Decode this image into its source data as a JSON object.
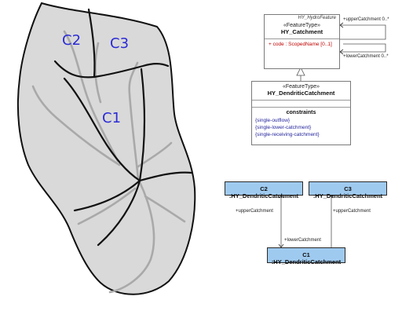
{
  "map": {
    "labels": {
      "c1": "C1",
      "c2": "C2",
      "c3": "C3"
    },
    "colors": {
      "fill": "#d9d9d9",
      "border": "#111111",
      "stream": "#a9a9a9",
      "label": "#2b2bd6"
    }
  },
  "uml": {
    "catchment": {
      "superclass": "HY_HydroFeature",
      "stereotype": "«FeatureType»",
      "name": "HY_Catchment",
      "attribute": "+  code : ScopedName [0..1]",
      "upper_role": "+upperCatchment 0..*",
      "lower_role": "+lowerCatchment 0..*"
    },
    "dendritic": {
      "stereotype": "«FeatureType»",
      "name": "HY_DendriticCatchment",
      "constraints_title": "constraints",
      "constraints": [
        "{single-outflow}",
        "{single-lower-catchment}",
        "{single-receiving-catchment}"
      ]
    },
    "instances": {
      "c2": "C2 :HY_DendriticCatchment",
      "c3": "C3 :HY_DendriticCatchment",
      "c1": "C1 :HY_DendriticCatchment",
      "upper_role_left": "+upperCatchment",
      "upper_role_right": "+upperCatchment",
      "lower_role": "+lowerCatchment"
    },
    "colors": {
      "instance_fill": "#9fcaef",
      "attribute": "#c00000",
      "constraint": "#1f1f9a"
    }
  }
}
